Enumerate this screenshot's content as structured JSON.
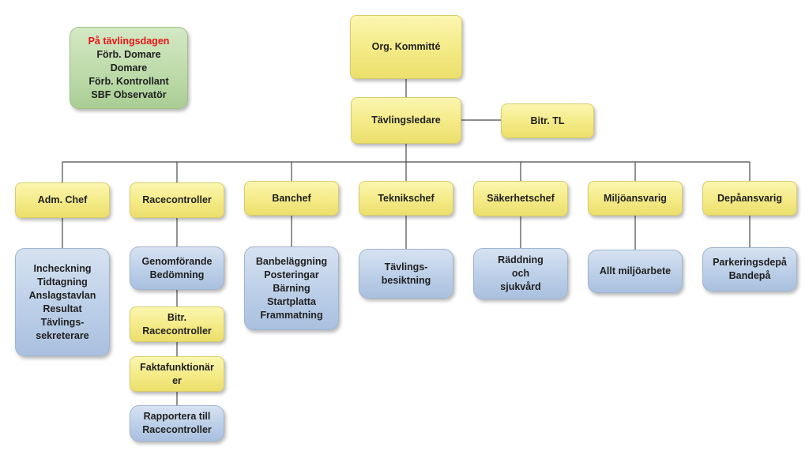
{
  "legend": {
    "title": "På tävlingsdagen",
    "lines": [
      "Förb. Domare",
      "Domare",
      "Förb. Kontrollant",
      "SBF Observatör"
    ]
  },
  "top": {
    "committee": "Org. Kommitté",
    "director": "Tävlingsledare",
    "assistant": "Bitr. TL"
  },
  "departments": [
    {
      "head": "Adm. Chef",
      "tasks": [
        "Incheckning",
        "Tidtagning",
        "Anslagstavlan",
        "Resultat",
        "Tävlings-",
        "sekreterare"
      ]
    },
    {
      "head": "Racecontroller",
      "tasks": [
        "Genomförande",
        "Bedömning"
      ]
    },
    {
      "head": "Banchef",
      "tasks": [
        "Banbeläggning",
        "Posteringar",
        "Bärning",
        "Startplatta",
        "Frammatning"
      ]
    },
    {
      "head": "Teknikschef",
      "tasks": [
        "Tävlings-",
        "besiktning"
      ]
    },
    {
      "head": "Säkerhetschef",
      "tasks": [
        "Räddning",
        "och",
        "sjukvård"
      ]
    },
    {
      "head": "Miljöansvarig",
      "tasks": [
        "Allt miljöarbete"
      ]
    },
    {
      "head": "Depåansvarig",
      "tasks": [
        "Parkeringsdepå",
        "Bandepå"
      ]
    }
  ],
  "racecontroller_chain": {
    "assistant": [
      "Bitr.",
      "Racecontroller"
    ],
    "facts": [
      "Faktafunktionär",
      "er"
    ],
    "report": [
      "Rapportera till",
      "Racecontroller"
    ]
  }
}
